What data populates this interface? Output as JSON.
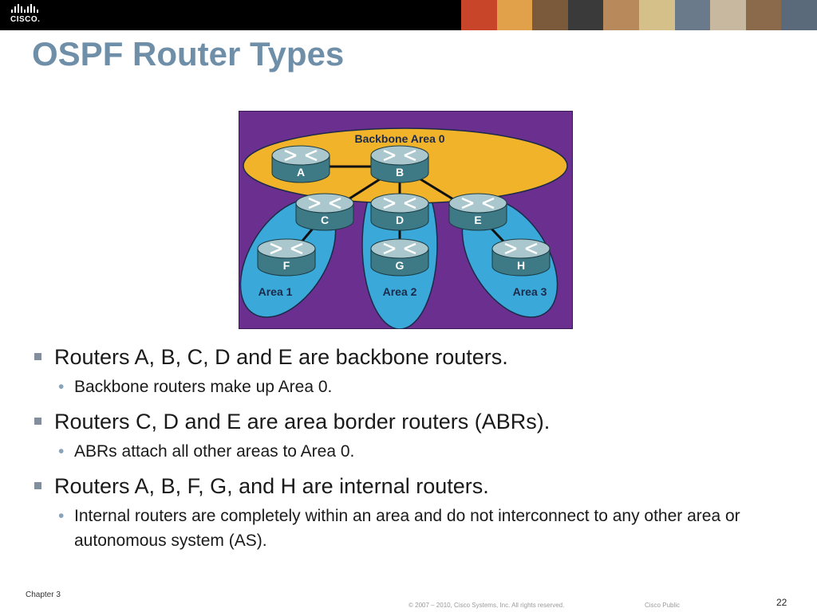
{
  "header": {
    "logo_text": "CISCO.",
    "photo_colors": [
      "#c8452a",
      "#e0a14a",
      "#7a5a3a",
      "#3a3a3a",
      "#b8895a",
      "#d6c08a",
      "#6a7a8a",
      "#c9b8a0",
      "#8a6a4a",
      "#5a6a7a"
    ]
  },
  "slide": {
    "title": "OSPF Router Types"
  },
  "diagram": {
    "backbone_label": "Backbone Area 0",
    "area_labels": [
      "Area 1",
      "Area 2",
      "Area 3"
    ],
    "routers": [
      "A",
      "B",
      "C",
      "D",
      "E",
      "F",
      "G",
      "H"
    ],
    "colors": {
      "background": "#6a2f8f",
      "backbone": "#f0b32a",
      "area": "#3aa8d8",
      "router_body": "#3d7a86",
      "router_top": "#a9c7cc"
    }
  },
  "bullets": [
    {
      "text": "Routers A, B, C, D and E are backbone routers.",
      "sub": [
        "Backbone routers make up Area 0."
      ]
    },
    {
      "text": "Routers C, D and E are area border routers (ABRs).",
      "sub": [
        "ABRs attach all other areas to Area 0."
      ]
    },
    {
      "text": "Routers A, B, F, G, and H are internal routers.",
      "sub": [
        "Internal routers are completely within an area and do not interconnect to any other area or autonomous system (AS)."
      ]
    }
  ],
  "footer": {
    "chapter": "Chapter 3",
    "copyright": "© 2007 – 2010, Cisco Systems, Inc. All rights reserved.",
    "classification": "Cisco Public",
    "page_number": "22"
  }
}
